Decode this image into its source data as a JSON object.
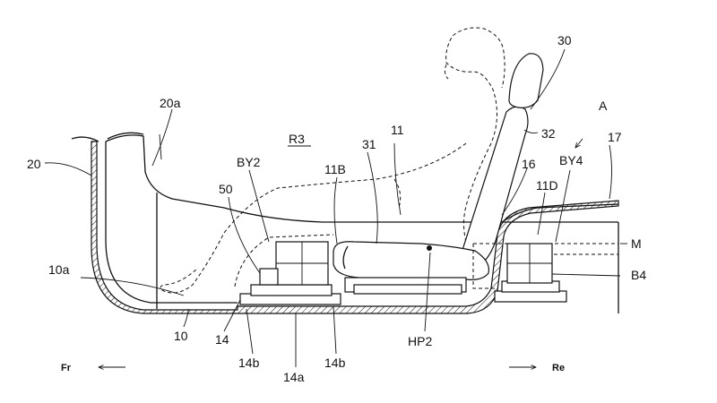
{
  "labels": {
    "l20": "20",
    "l20a": "20a",
    "l30": "30",
    "lA": "A",
    "l32": "32",
    "l17": "17",
    "lR3": "R3",
    "l11": "11",
    "lBY2": "BY2",
    "l31": "31",
    "l11B": "11B",
    "l16": "16",
    "lBY4": "BY4",
    "l50": "50",
    "l11D": "11D",
    "lM": "M",
    "l10a": "10a",
    "lB4": "B4",
    "l14": "14",
    "l10": "10",
    "lHP2": "HP2",
    "l14b_left": "14b",
    "l14b_right": "14b",
    "l14a": "14a",
    "lFr": "Fr",
    "lRe": "Re"
  }
}
